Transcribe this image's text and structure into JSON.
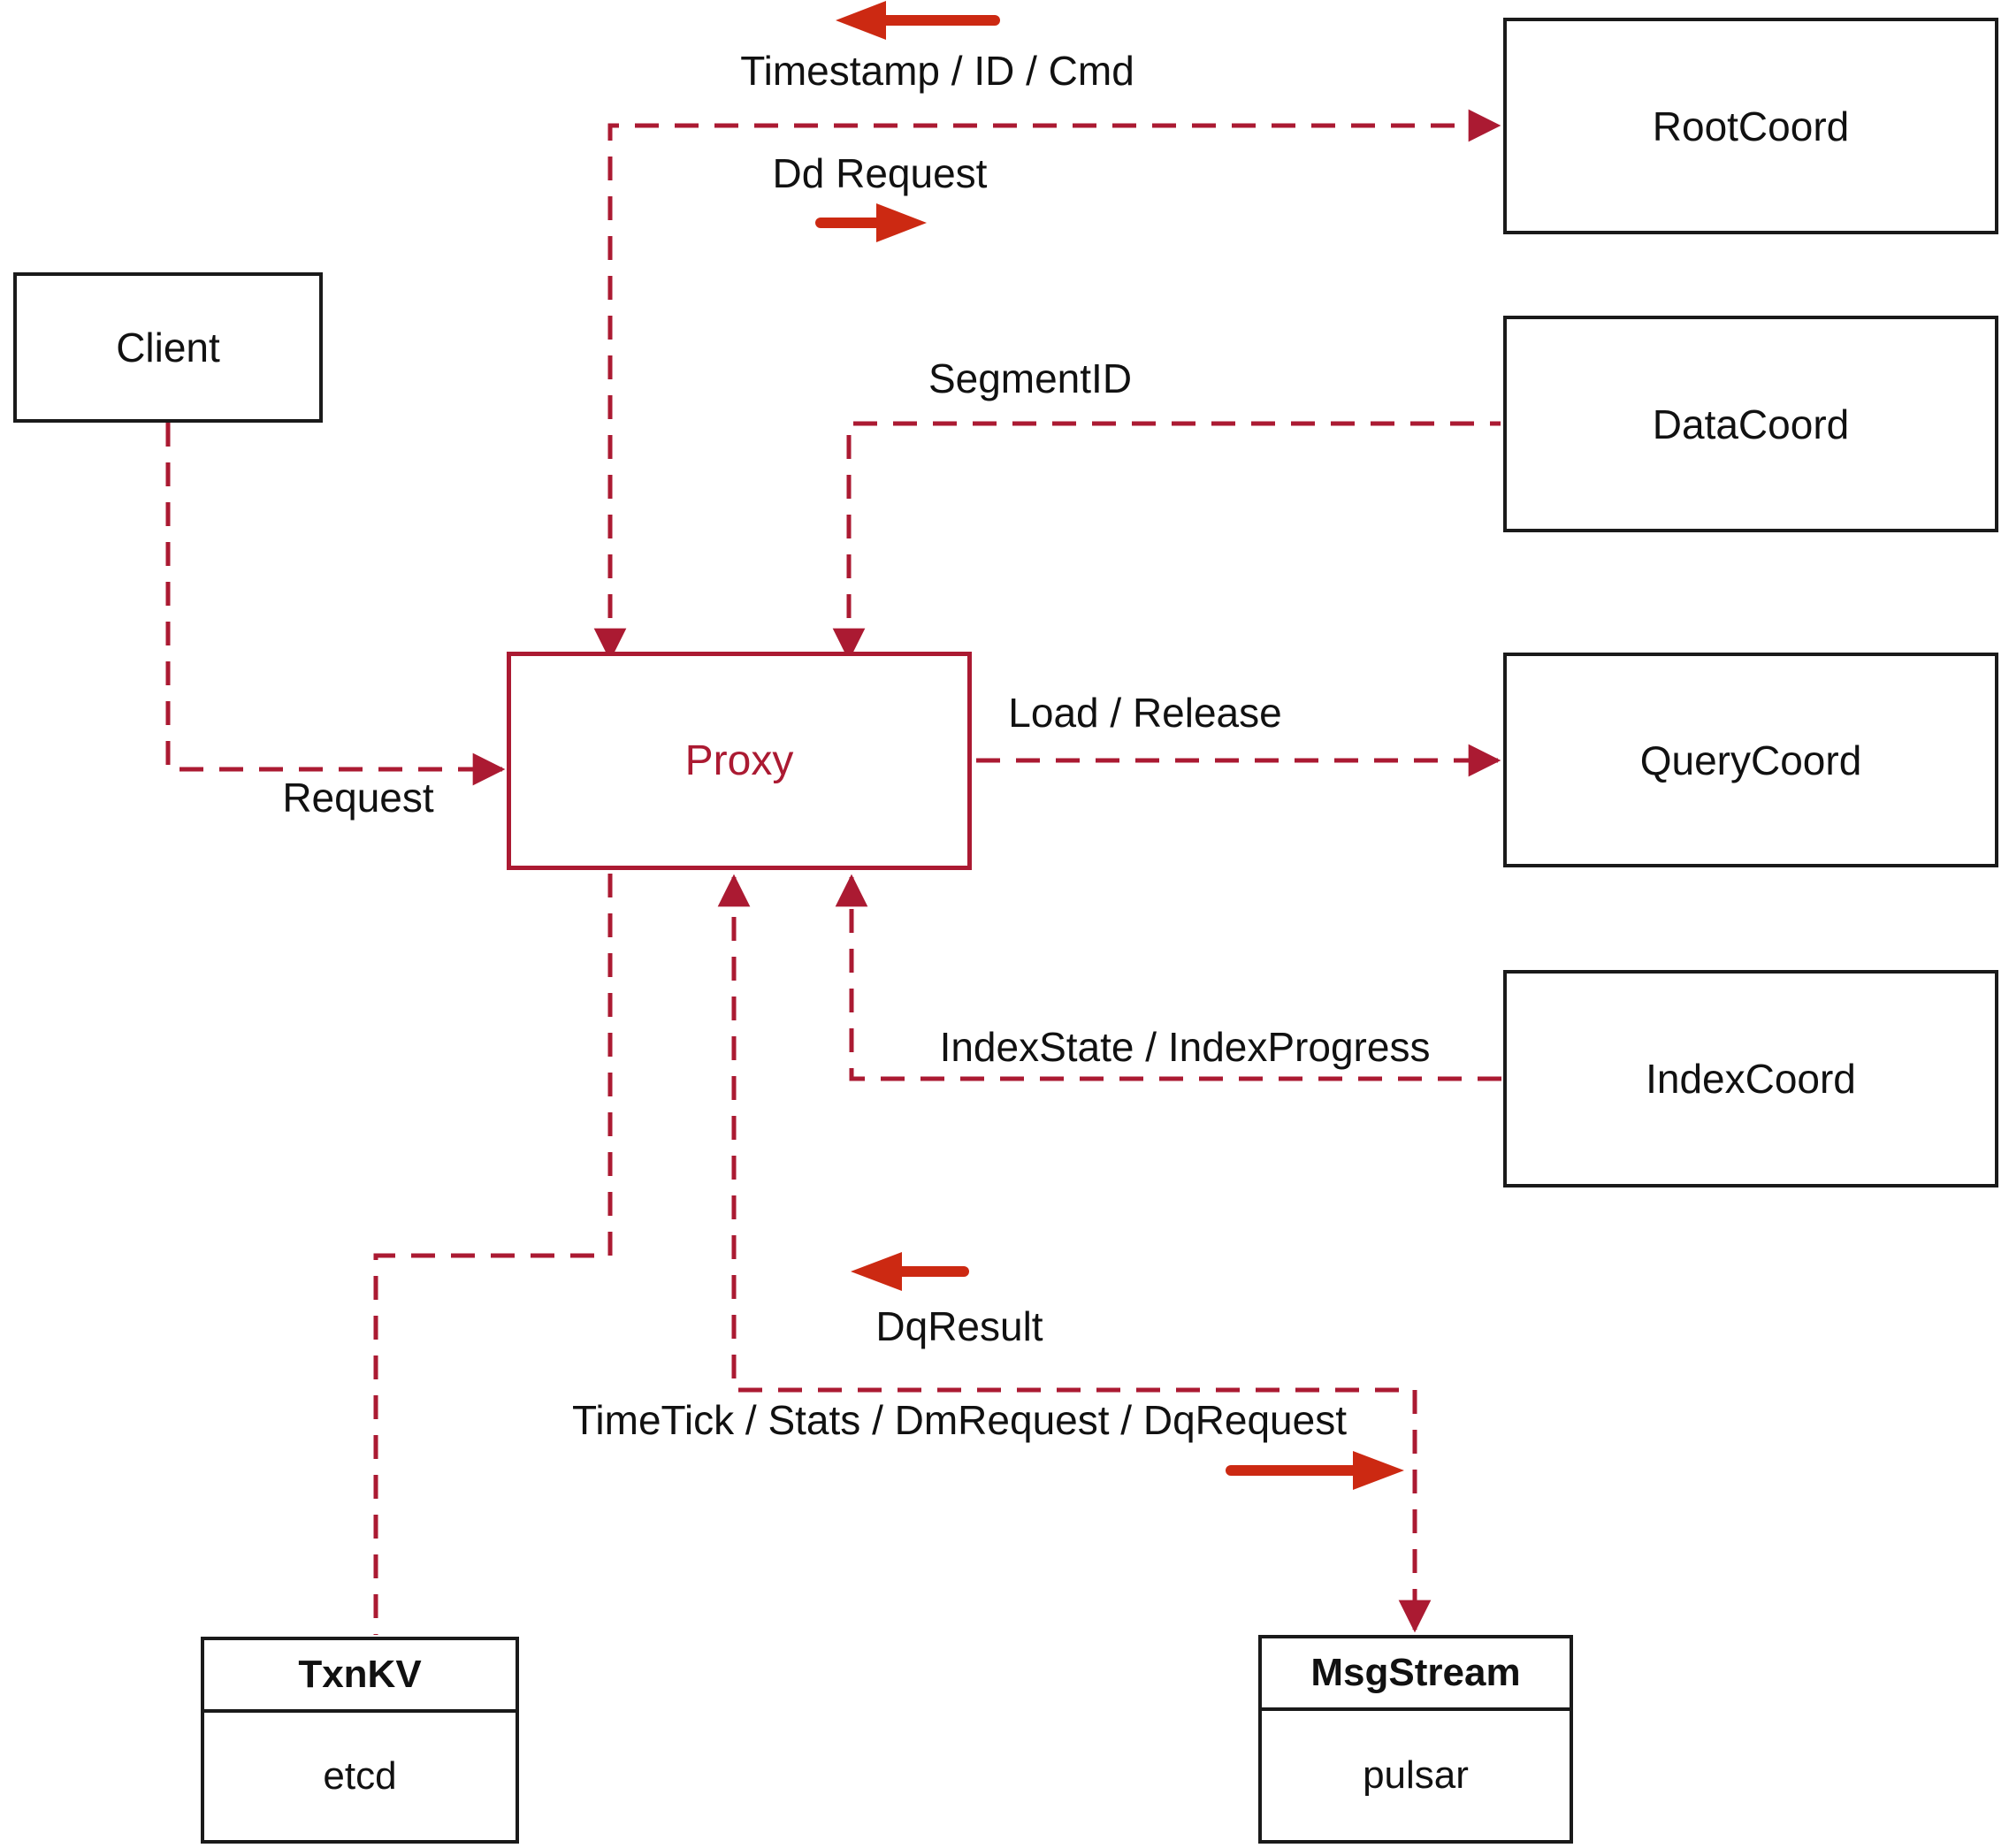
{
  "diagram": {
    "nodes": {
      "client": {
        "label": "Client"
      },
      "root_coord": {
        "label": "RootCoord"
      },
      "data_coord": {
        "label": "DataCoord"
      },
      "query_coord": {
        "label": "QueryCoord"
      },
      "index_coord": {
        "label": "IndexCoord"
      },
      "proxy": {
        "label": "Proxy"
      },
      "txn_kv": {
        "title": "TxnKV",
        "subtitle": "etcd"
      },
      "msg_stream": {
        "title": "MsgStream",
        "subtitle": "pulsar"
      }
    },
    "edge_labels": {
      "timestamp_id_cmd": "Timestamp / ID / Cmd",
      "dd_request": "Dd Request",
      "segment_id": "SegmentID",
      "load_release": "Load / Release",
      "request": "Request",
      "index_state_progress": "IndexState / IndexProgress",
      "dq_result": "DqResult",
      "timetick_stats": "TimeTick / Stats / DmRequest / DqRequest"
    },
    "colors": {
      "line": "#ab1a32",
      "arrow": "#cc2912",
      "border": "#1a1a1a",
      "text": "#111111",
      "bg": "#ffffff"
    }
  }
}
